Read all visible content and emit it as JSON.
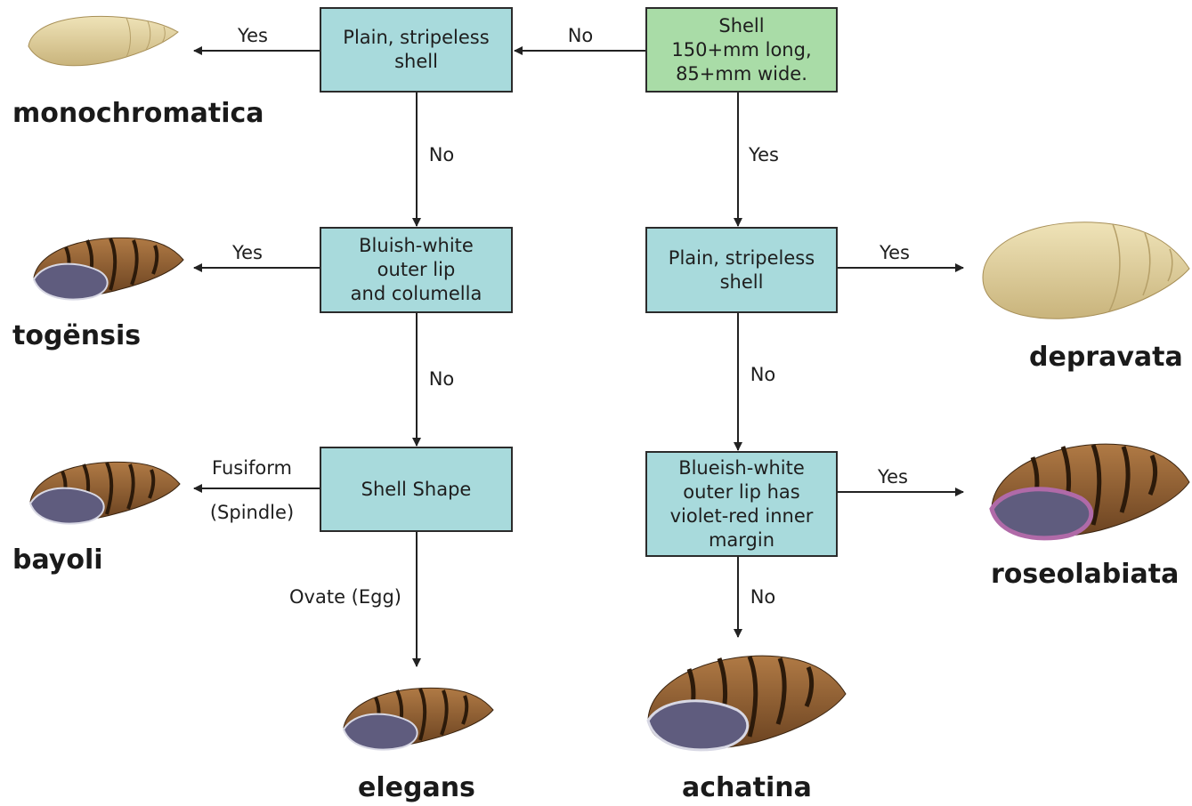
{
  "colors": {
    "decision_fill": "#a8dadc",
    "root_fill": "#a9dca7",
    "line": "#222222",
    "plain_shell": "#e6d7a6",
    "striped_shell_body": "#8a5a2e",
    "striped_shell_stripe": "#3b2412",
    "aperture": "#5f5c7e",
    "rose_lip": "#b06aa8"
  },
  "nodes": {
    "root": "Shell\n150+mm long,\n85+mm wide.",
    "plain_left": "Plain, stripeless\nshell",
    "bluish_white": "Bluish-white\nouter lip\nand columella",
    "shell_shape": "Shell Shape",
    "plain_right": "Plain, stripeless\nshell",
    "blueish_violet": "Blueish-white\nouter lip has\nviolet-red inner\nmargin"
  },
  "edges": {
    "root_no": "No",
    "root_yes": "Yes",
    "plain_left_yes": "Yes",
    "plain_left_no": "No",
    "bluish_yes": "Yes",
    "bluish_no": "No",
    "shape_fusiform_1": "Fusiform",
    "shape_fusiform_2": "(Spindle)",
    "shape_ovate": "Ovate (Egg)",
    "plain_right_yes": "Yes",
    "plain_right_no": "No",
    "violet_yes": "Yes",
    "violet_no": "No"
  },
  "species": {
    "monochromatica": "monochromatica",
    "togensis": "togënsis",
    "bayoli": "bayoli",
    "elegans": "elegans",
    "depravata": "depravata",
    "roseolabiata": "roseolabiata",
    "achatina": "achatina"
  },
  "shell_icons": {
    "monochromatica": "plain-snail-shell-icon",
    "togensis": "striped-snail-shell-icon",
    "bayoli": "striped-snail-shell-icon",
    "elegans": "striped-snail-shell-icon",
    "depravata": "plain-snail-shell-icon",
    "roseolabiata": "rose-lipped-snail-shell-icon",
    "achatina": "striped-snail-shell-icon"
  }
}
